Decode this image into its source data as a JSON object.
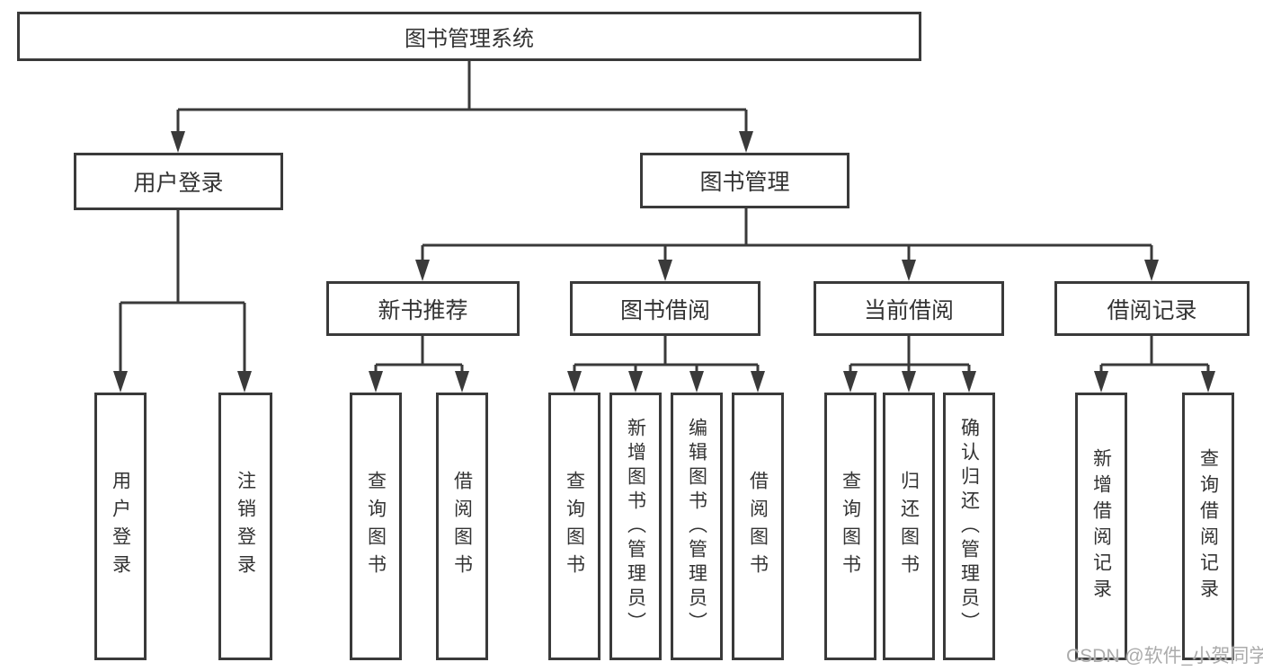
{
  "diagram": {
    "root": {
      "label": "图书管理系统"
    },
    "branches": [
      {
        "label": "用户登录",
        "children": [
          {
            "label": "用户登录"
          },
          {
            "label": "注销登录"
          }
        ]
      },
      {
        "label": "图书管理",
        "children": [
          {
            "label": "新书推荐",
            "children": [
              {
                "label": "查询图书"
              },
              {
                "label": "借阅图书"
              }
            ]
          },
          {
            "label": "图书借阅",
            "children": [
              {
                "label": "查询图书"
              },
              {
                "label": "新增图书（管理员）"
              },
              {
                "label": "编辑图书（管理员）"
              },
              {
                "label": "借阅图书"
              }
            ]
          },
          {
            "label": "当前借阅",
            "children": [
              {
                "label": "查询图书"
              },
              {
                "label": "归还图书"
              },
              {
                "label": "确认归还（管理员）"
              }
            ]
          },
          {
            "label": "借阅记录",
            "children": [
              {
                "label": "新增借阅记录"
              },
              {
                "label": "查询借阅记录"
              }
            ]
          }
        ]
      }
    ]
  },
  "watermark": {
    "text": "CSDN @软件_小贺同学"
  },
  "colors": {
    "line": "#3a3a3a",
    "text": "#333333",
    "watermark": "#ababab",
    "background": "#ffffff"
  }
}
